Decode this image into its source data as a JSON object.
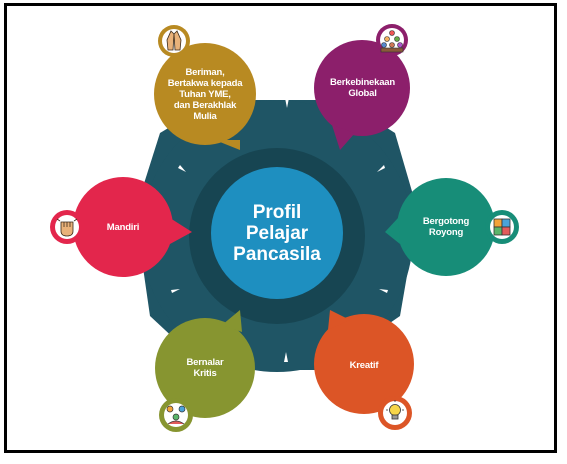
{
  "colors": {
    "ring_outer": "#1f5565",
    "ring_inner": "#174552",
    "center": "#1e8fc0",
    "beriman": "#b88a22",
    "global": "#8c1f6b",
    "gotong": "#178d78",
    "kreatif": "#dc5526",
    "bernalar": "#879530",
    "mandiri": "#e3264c"
  },
  "center": {
    "title": "Profil\nPelajar\nPancasila"
  },
  "nodes": [
    {
      "id": "beriman",
      "label": "Beriman,\nBertakwa kepada\nTuhan YME,\ndan Berakhlak\nMulia",
      "icon": "praying-hands-icon"
    },
    {
      "id": "global",
      "label": "Berkebinekaan\nGlobal",
      "icon": "diverse-people-icon"
    },
    {
      "id": "gotong",
      "label": "Bergotong\nRoyong",
      "icon": "teamwork-puzzle-icon"
    },
    {
      "id": "kreatif",
      "label": "Kreatif",
      "icon": "lightbulb-icon"
    },
    {
      "id": "bernalar",
      "label": "Bernalar\nKritis",
      "icon": "critical-thinking-icon"
    },
    {
      "id": "mandiri",
      "label": "Mandiri",
      "icon": "raised-fist-icon"
    }
  ]
}
